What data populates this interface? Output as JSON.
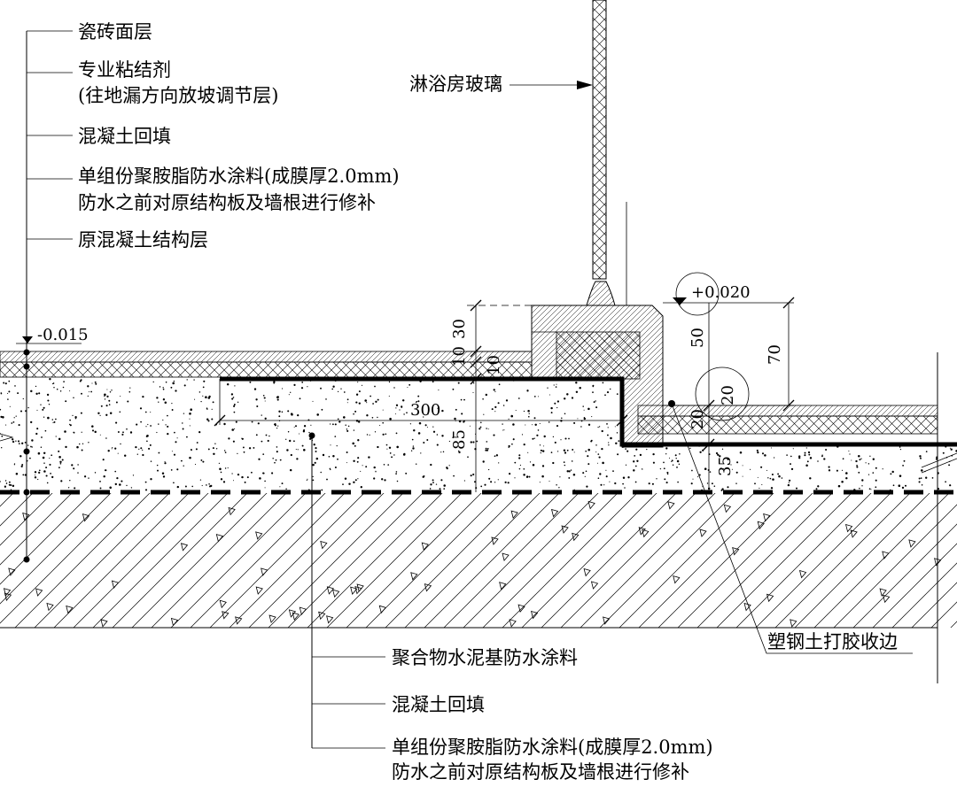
{
  "labels": {
    "tile_surface": "瓷砖面层",
    "adhesive_1": "专业粘结剂",
    "adhesive_2": "(往地漏方向放坡调节层)",
    "concrete_fill_top": "混凝土回填",
    "pu_coating_1": "单组份聚胺脂防水涂料(成膜厚2.0mm)",
    "pu_coating_2": "防水之前对原结构板及墙根进行修补",
    "original_slab": "原混凝土结构层",
    "shower_glass": "淋浴房玻璃",
    "sealant_edge": "塑钢土打胶收边",
    "polymer_cement": "聚合物水泥基防水涂料",
    "concrete_fill_bottom": "混凝土回填",
    "pu_coating_b1": "单组份聚胺脂防水涂料(成膜厚2.0mm)",
    "pu_coating_b2": "防水之前对原结构板及墙根进行修补"
  },
  "levels": {
    "left": "-0.015",
    "right": "+0.020"
  },
  "dimensions": {
    "d30": "30",
    "d10a": "10",
    "d10b": "10",
    "d85": "85",
    "d300": "300",
    "d50": "50",
    "d70": "70",
    "d20a": "20",
    "d20b": "20",
    "d35": "35"
  },
  "colors": {
    "line": "#000000",
    "background": "#ffffff"
  }
}
